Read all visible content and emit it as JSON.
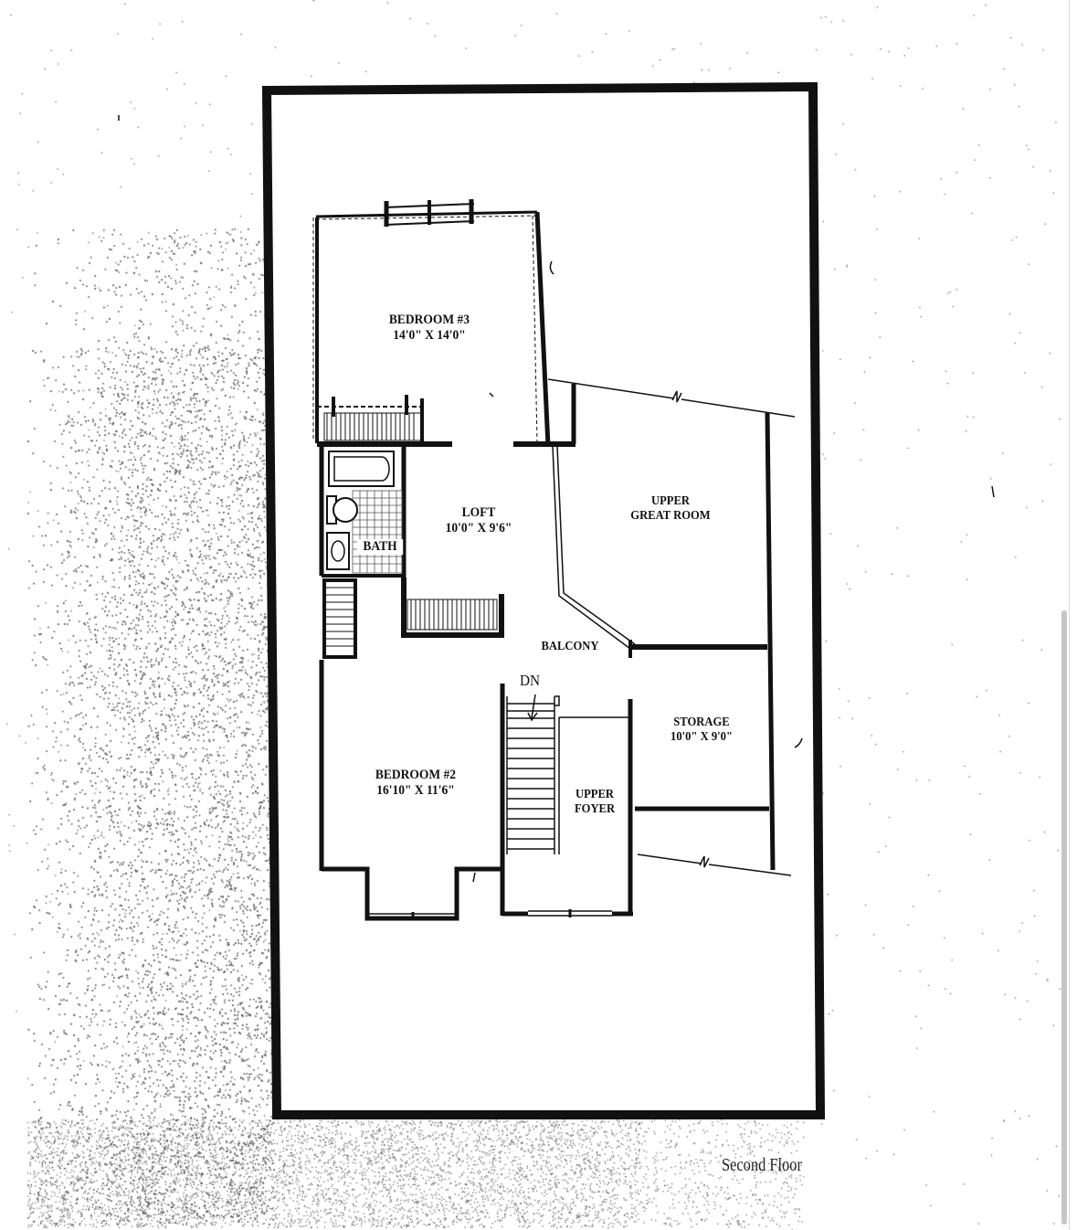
{
  "caption": "Second Floor",
  "colors": {
    "ink": "#111111",
    "paper": "#ffffff",
    "stipple": "#555555"
  },
  "rooms": {
    "bedroom3": {
      "name": "BEDROOM #3",
      "size": "14'0\" X 14'0\""
    },
    "loft": {
      "name": "LOFT",
      "size": "10'0\" X 9'6\""
    },
    "bath": {
      "name": "BATH"
    },
    "great_room": {
      "line1": "UPPER",
      "line2": "GREAT ROOM"
    },
    "balcony": {
      "name": "BALCONY"
    },
    "dn": {
      "name": "DN"
    },
    "storage": {
      "name": "STORAGE",
      "size": "10'0\" X 9'0\""
    },
    "bedroom2": {
      "name": "BEDROOM #2",
      "size": "16'10\" X 11'6\""
    },
    "foyer": {
      "line1": "UPPER",
      "line2": "FOYER"
    }
  }
}
